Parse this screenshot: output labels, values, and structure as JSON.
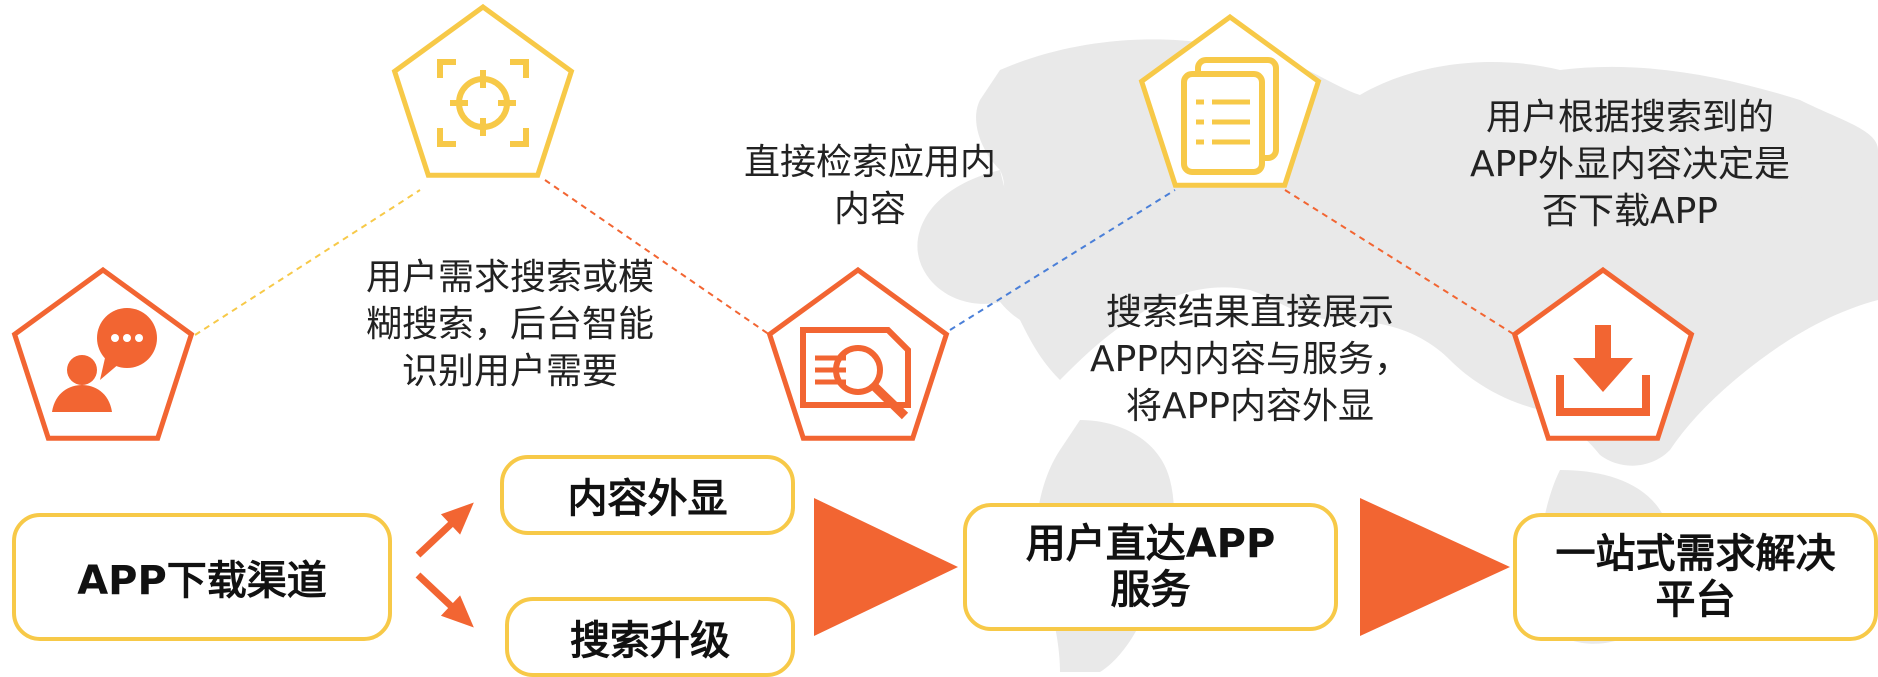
{
  "colors": {
    "orange": "#f26532",
    "yellow": "#f7c948",
    "blue": "#4a7fd8",
    "map_gray": "#e9e9e9",
    "text": "#222222"
  },
  "icons": [
    {
      "id": "chat",
      "name": "user-chat-icon",
      "color": "orange"
    },
    {
      "id": "target",
      "name": "target-focus-icon",
      "color": "yellow"
    },
    {
      "id": "search",
      "name": "document-search-icon",
      "color": "orange"
    },
    {
      "id": "docs",
      "name": "documents-list-icon",
      "color": "yellow"
    },
    {
      "id": "download",
      "name": "download-icon",
      "color": "orange"
    }
  ],
  "annotations": {
    "demand": "用户需求搜索或模\n糊搜索，后台智能\n识别用户需要",
    "retrieve": "直接检索应用内\n内容",
    "results": "搜索结果直接展示\nAPP内内容与服务，\n将APP内容外显",
    "decide": "用户根据搜索到的\nAPP外显内容决定是\n否下载APP"
  },
  "boxes": {
    "channel": "APP下载渠道",
    "content_exposed": "内容外显",
    "search_upgrade": "搜索升级",
    "direct_service": "用户直达APP\n服务",
    "one_stop": "一站式需求解决\n平台"
  }
}
